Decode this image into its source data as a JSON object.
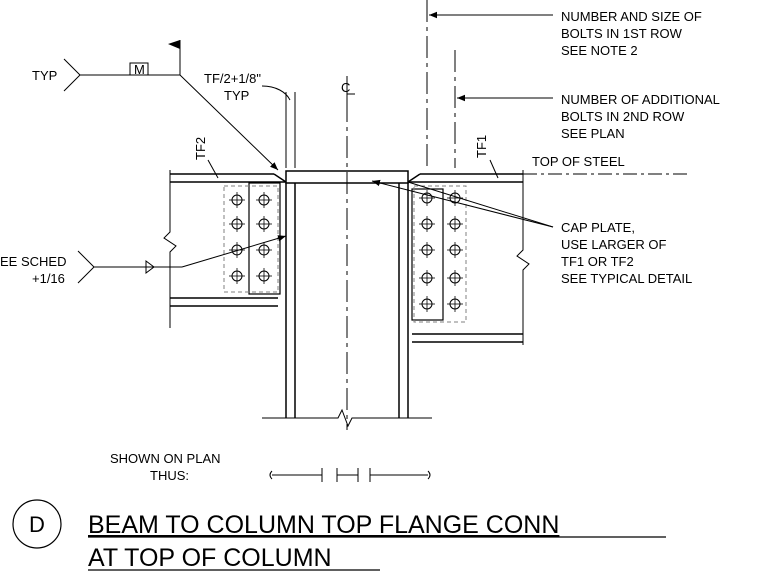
{
  "detail": {
    "letter": "D",
    "title_line1": "BEAM TO COLUMN TOP FLANGE CONN",
    "title_line2": "AT TOP OF COLUMN"
  },
  "notes": {
    "bolts_row1": [
      "NUMBER AND SIZE OF",
      "BOLTS IN 1ST ROW",
      "SEE NOTE 2"
    ],
    "bolts_row2": [
      "NUMBER OF ADDITIONAL",
      "BOLTS IN 2ND ROW",
      "SEE PLAN"
    ],
    "top_of_steel": "TOP OF STEEL",
    "cap_plate": [
      "CAP PLATE,",
      "USE LARGER OF",
      "TF1 OR TF2",
      "SEE TYPICAL DETAIL"
    ],
    "weld_typ": "TYP",
    "weld_symbol": "M",
    "gap_dim": [
      "TF/2+1/8\"",
      "TYP"
    ],
    "tf1": "TF1",
    "tf2": "TF2",
    "centerline": "C",
    "sched_weld": [
      "EE SCHED",
      "+1/16"
    ],
    "shown_on_plan": [
      "SHOWN ON PLAN",
      "THUS:"
    ]
  },
  "colors": {
    "line": "#000000",
    "hidden": "#808080",
    "background": "#ffffff"
  }
}
